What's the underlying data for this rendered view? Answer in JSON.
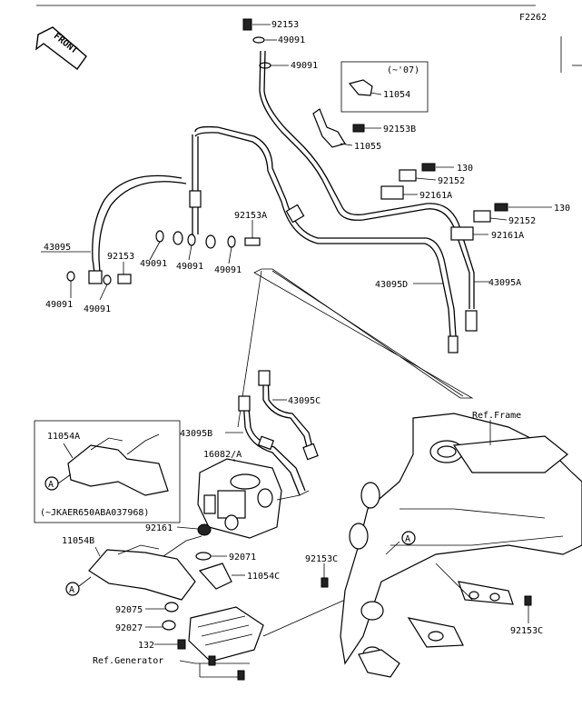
{
  "figure_code": "F2262",
  "front_arrow": "FRONT",
  "note_upto07": "(~'07)",
  "note_vin": "(~JKAER650ABA037968)",
  "ref_frame": "Ref.Frame",
  "ref_generator": "Ref.Generator",
  "callout_a": "A",
  "labels": {
    "p92153_top": "92153",
    "p49091_top": "49091",
    "p49091_mid": "49091",
    "p11054_box": "11054",
    "p92153B": "92153B",
    "p11055": "11055",
    "p130_a": "130",
    "p92152_a": "92152",
    "p92161A_a": "92161A",
    "p130_b": "130",
    "p92152_b": "92152",
    "p92161A_b": "92161A",
    "p92153A": "92153A",
    "p43095": "43095",
    "p92153_left": "92153",
    "p49091_l1": "49091",
    "p49091_l2": "49091",
    "p49091_l3": "49091",
    "p49091_l4": "49091",
    "p49091_l5": "49091",
    "p43095D": "43095D",
    "p43095A": "43095A",
    "p43095C": "43095C",
    "p43095B": "43095B",
    "p11054A": "11054A",
    "p16082A": "16082/A",
    "p92161": "92161",
    "p92153C_a": "92153C",
    "p92153C_b": "92153C",
    "p11054B": "11054B",
    "p92071": "92071",
    "p11054C": "11054C",
    "p92075": "92075",
    "p92027": "92027",
    "p132": "132"
  }
}
